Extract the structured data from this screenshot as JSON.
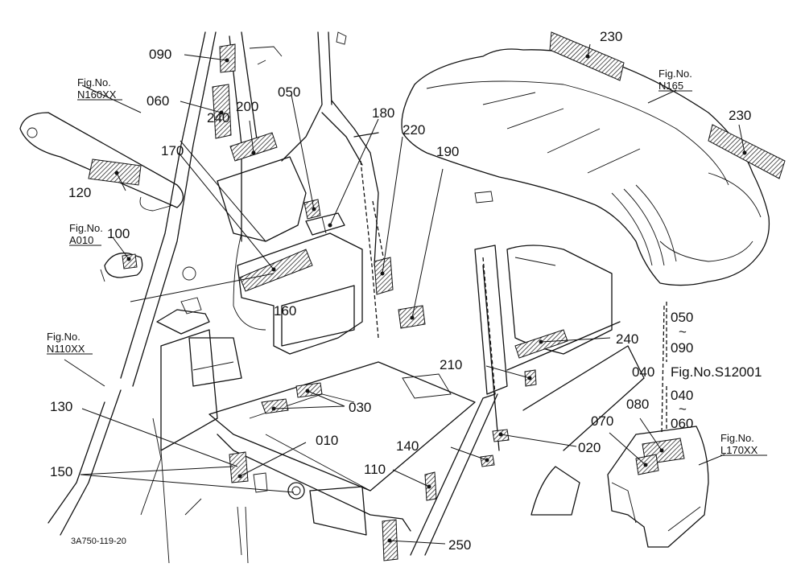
{
  "drawing_code": "3A750-119-20",
  "fig_refs": {
    "n160": {
      "line1": "Fig.No.",
      "line2": "N160XX"
    },
    "a010": {
      "line1": "Fig.No.",
      "line2": "A010"
    },
    "n110": {
      "line1": "Fig.No.",
      "line2": "N110XX"
    },
    "n165": {
      "line1": "Fig.No.",
      "line2": "N165"
    },
    "l170": {
      "line1": "Fig.No.",
      "line2": "L170XX"
    },
    "s12001": "Fig.No.S12001"
  },
  "bracket": {
    "top_from": "050",
    "tilde1": "~",
    "top_to": "090",
    "mid": "040",
    "bottom_from": "040",
    "tilde2": "~",
    "bottom_to": "060"
  },
  "part_labels": {
    "p090": "090",
    "p060": "060",
    "p240a": "240",
    "p200": "200",
    "p050": "050",
    "p180": "180",
    "p220": "220",
    "p190": "190",
    "p230a": "230",
    "p230b": "230",
    "p120": "120",
    "p170": "170",
    "p100": "100",
    "p160": "160",
    "p240b": "240",
    "p210": "210",
    "p130": "130",
    "p030": "030",
    "p010": "010",
    "p150": "150",
    "p140": "140",
    "p020": "020",
    "p110": "110",
    "p250": "250",
    "p070": "070",
    "p080": "080"
  }
}
